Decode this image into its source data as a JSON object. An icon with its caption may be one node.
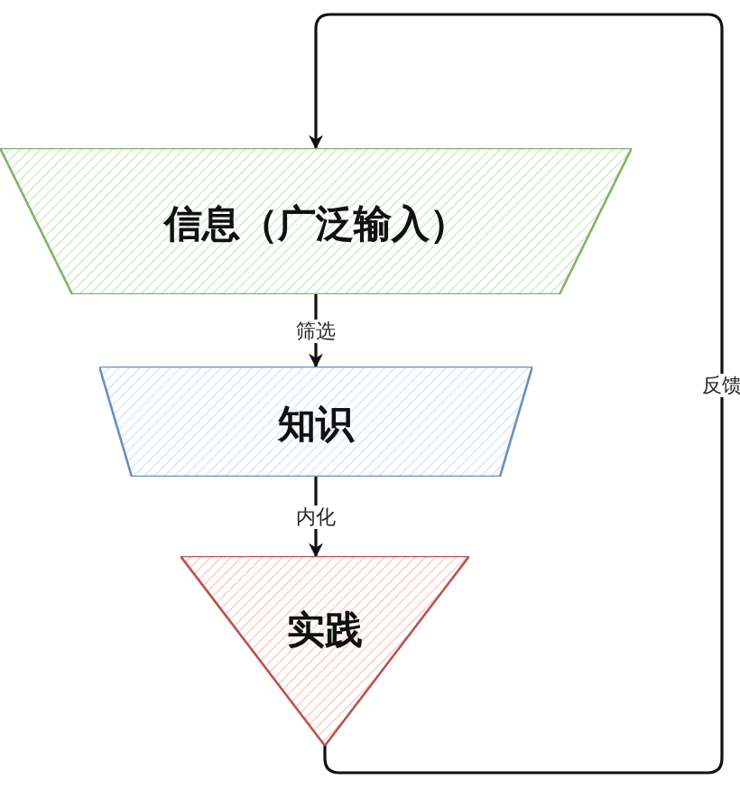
{
  "diagram": {
    "nodes": [
      {
        "text": [
          "信息（广泛输入）"
        ]
      },
      {
        "text": [
          "知识"
        ]
      },
      {
        "text": [
          "实践"
        ]
      }
    ],
    "edges": [
      {
        "from": 0,
        "to": 1,
        "arrow": "to",
        "label": "筛选"
      },
      {
        "from": 1,
        "to": 2,
        "arrow": "to",
        "label": "内化"
      },
      {
        "from": 2,
        "to": 0,
        "arrow": "to",
        "label": "反馈"
      }
    ]
  }
}
